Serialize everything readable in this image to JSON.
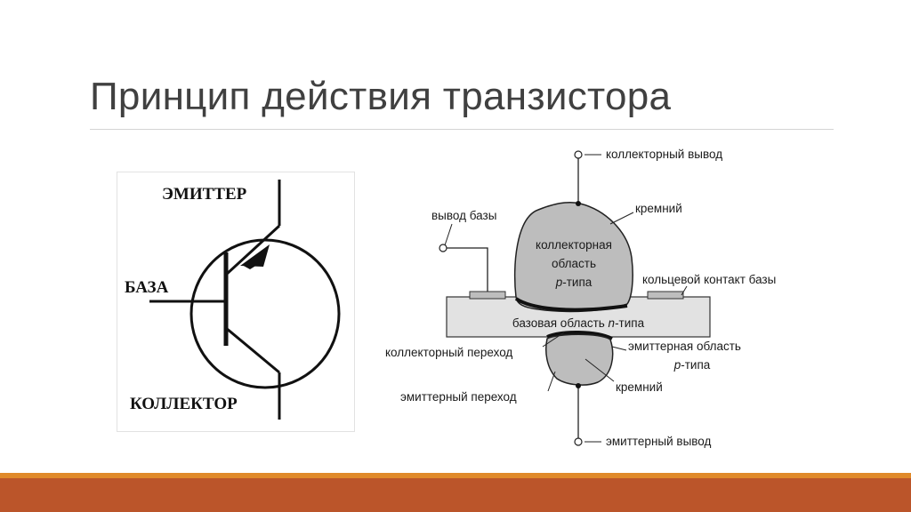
{
  "slide": {
    "title": "Принцип действия транзистора"
  },
  "symbol": {
    "emitter_label": "ЭМИТТЕР",
    "base_label": "БАЗА",
    "collector_label": "КОЛЛЕКТОР"
  },
  "structure": {
    "collector_terminal": "коллекторный вывод",
    "base_terminal": "вывод базы",
    "silicon_top": "кремний",
    "collector_region_line1": "коллекторная",
    "collector_region_line2": "область",
    "collector_region_line3_italic": "p",
    "collector_region_line3_rest": "-типа",
    "ring_base_contact": "кольцевой контакт базы",
    "base_region_prefix": "базовая область ",
    "base_region_italic": "n",
    "base_region_suffix": "-типа",
    "collector_junction": "коллекторный переход",
    "emitter_region_line1": "эмиттерная область",
    "emitter_region_line2_italic": "p",
    "emitter_region_line2_rest": "-типа",
    "emitter_junction": "эмиттерный переход",
    "silicon_bottom": "кремний",
    "emitter_terminal": "эмиттерный вывод"
  },
  "colors": {
    "accent_orange": "#e08a2a",
    "footer_rust": "#bb552a",
    "region_gray": "#bdbdbd",
    "base_gray": "#e2e2e2"
  }
}
